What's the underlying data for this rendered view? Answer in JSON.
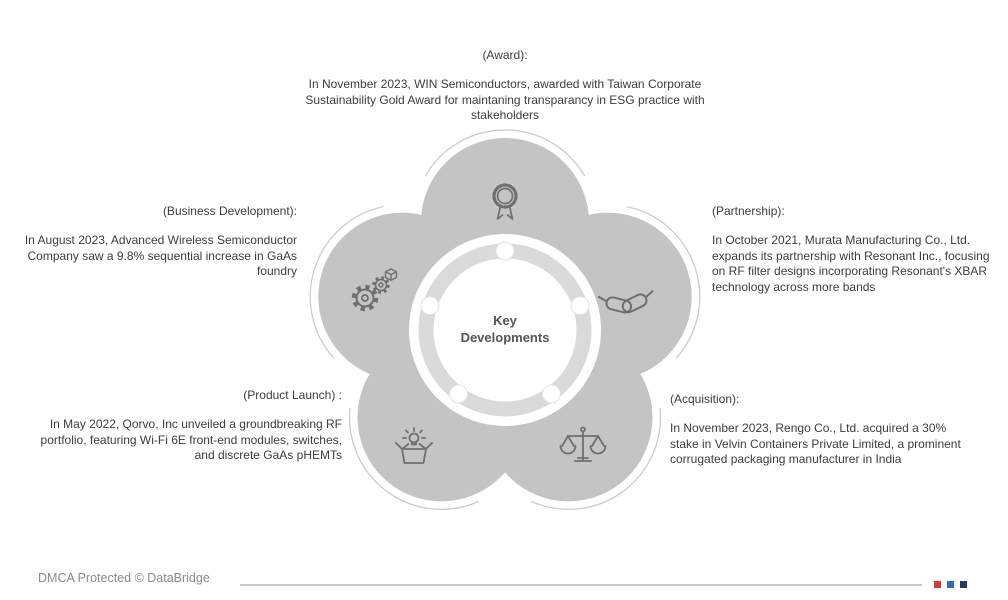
{
  "center": {
    "label": "Key Developments"
  },
  "sections": {
    "award": {
      "title": "(Award):",
      "body": "In November 2023, WIN Semiconductors, awarded with Taiwan Corporate Sustainability Gold Award for maintaning transparancy in ESG practice with stakeholders"
    },
    "business_development": {
      "title": "(Business Development):",
      "body": "In August 2023, Advanced Wireless Semiconductor Company saw a 9.8% sequential increase in GaAs foundry"
    },
    "partnership": {
      "title": "(Partnership):",
      "body": "In October 2021, Murata Manufacturing Co., Ltd. expands its partnership with Resonant Inc., focusing on RF filter designs incorporating Resonant's XBAR technology across more bands"
    },
    "product_launch": {
      "title": "(Product Launch) :",
      "body": "In May 2022, Qorvo, Inc unveiled a groundbreaking RF portfolio, featuring Wi-Fi 6E front-end modules, switches, and discrete GaAs pHEMTs"
    },
    "acquisition": {
      "title": "(Acquisition):",
      "body": "In November 2023, Rengo Co., Ltd. acquired a 30% stake in Velvin Containers Private Limited, a prominent corrugated packaging manufacturer in India"
    }
  },
  "icons": {
    "award": "medal-ribbon-icon",
    "business_development": "gears-cube-icon",
    "partnership": "handshake-icon",
    "product_launch": "open-box-idea-icon",
    "acquisition": "balance-scale-icon"
  },
  "footer": {
    "dmca": "DMCA Protected © DataBridge"
  },
  "colors": {
    "petal": "#c4c4c4",
    "ring": "#dadada",
    "icon": "#6f6f6f",
    "divider": "#c8c8c8",
    "brand_red": "#d23c32",
    "brand_blue": "#2f6db5",
    "brand_navy": "#203a68"
  }
}
